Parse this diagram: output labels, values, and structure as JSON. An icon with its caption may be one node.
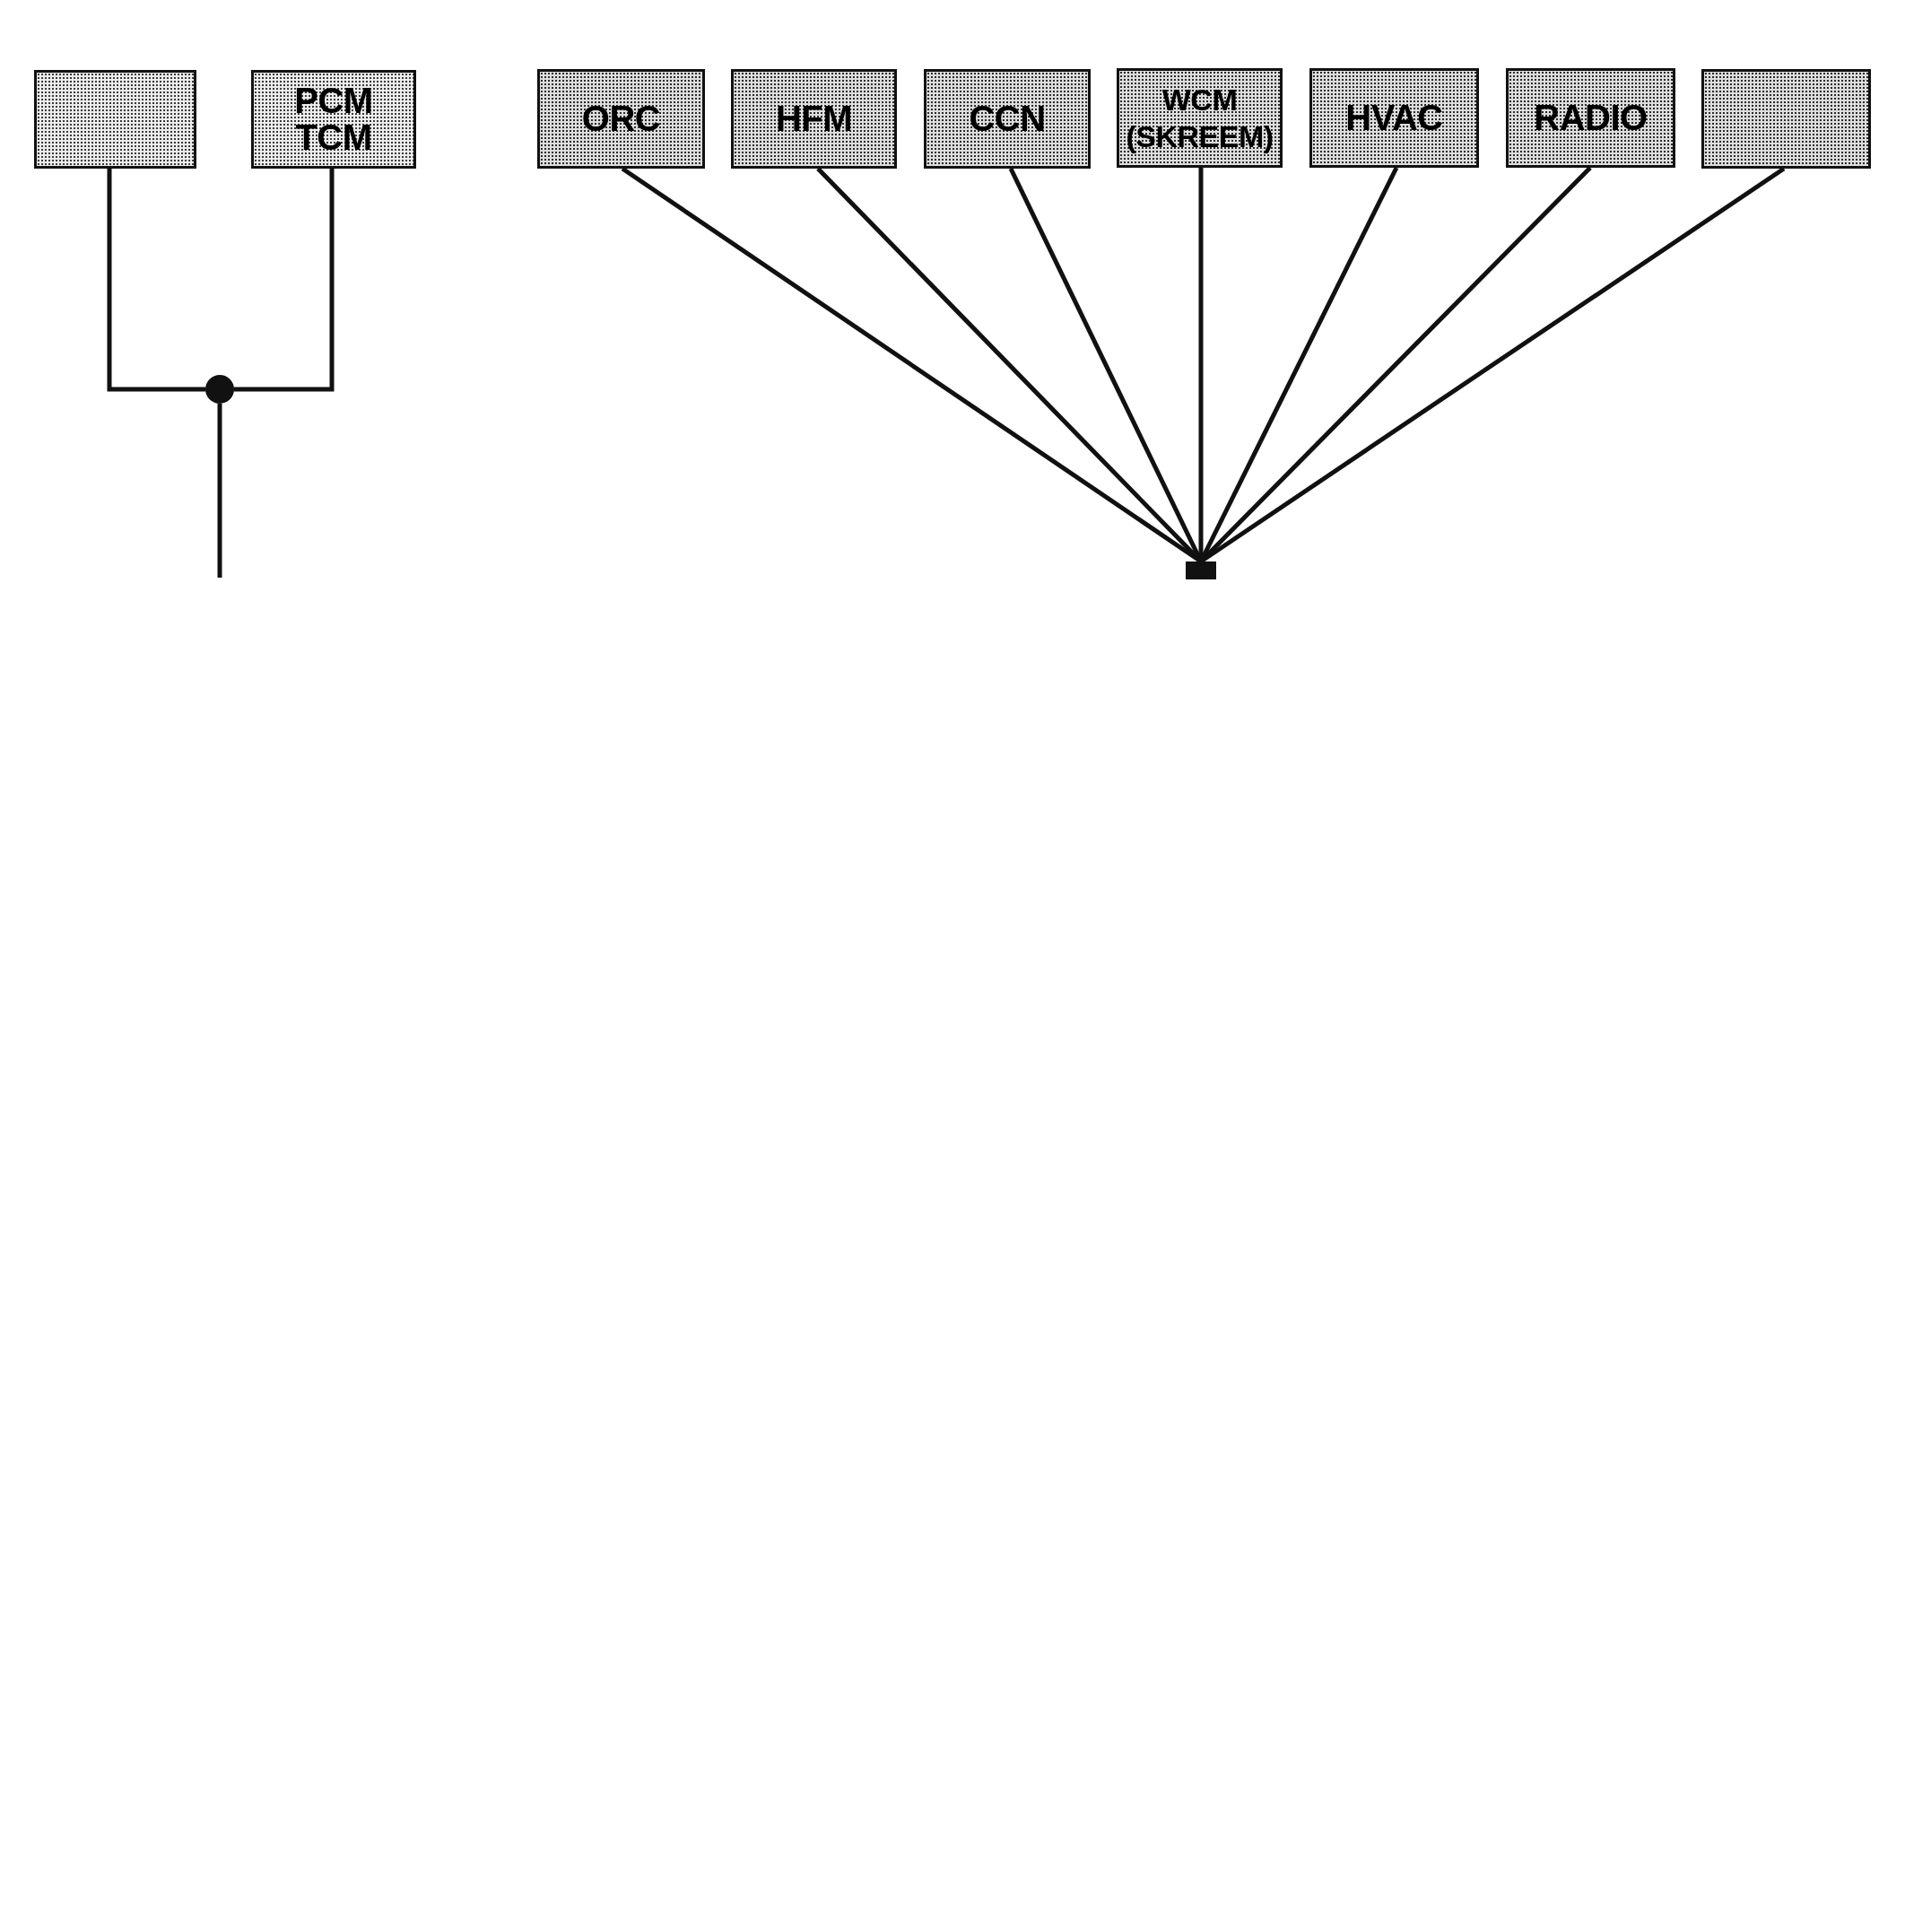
{
  "diagram": {
    "nodes": [
      {
        "text": [],
        "shape": "box"
      },
      {
        "text": [
          "PCM TCM"
        ]
      },
      {
        "text": [
          "ORC"
        ]
      },
      {
        "text": [
          "HFM"
        ]
      },
      {
        "text": [
          "CCN"
        ]
      },
      {
        "text": [
          "WCM (SKREEM)"
        ]
      },
      {
        "text": [
          "HVAC"
        ]
      },
      {
        "text": [
          "RADIO"
        ]
      },
      {
        "text": [],
        "shape": "box"
      },
      {
        "text": [],
        "shape": "circle"
      },
      {
        "text": [],
        "shape": "bar"
      }
    ],
    "edges": [
      {
        "from": 0,
        "to": 9,
        "arrow": "none"
      },
      {
        "from": 1,
        "to": 9,
        "arrow": "none"
      },
      {
        "from": 9,
        "to": null,
        "arrow": "none"
      },
      {
        "from": 2,
        "to": 10,
        "arrow": "none"
      },
      {
        "from": 3,
        "to": 10,
        "arrow": "none"
      },
      {
        "from": 4,
        "to": 10,
        "arrow": "none"
      },
      {
        "from": 5,
        "to": 10,
        "arrow": "none"
      },
      {
        "from": 6,
        "to": 10,
        "arrow": "none"
      },
      {
        "from": 7,
        "to": 10,
        "arrow": "none"
      },
      {
        "from": 8,
        "to": 10,
        "arrow": "none"
      }
    ]
  }
}
